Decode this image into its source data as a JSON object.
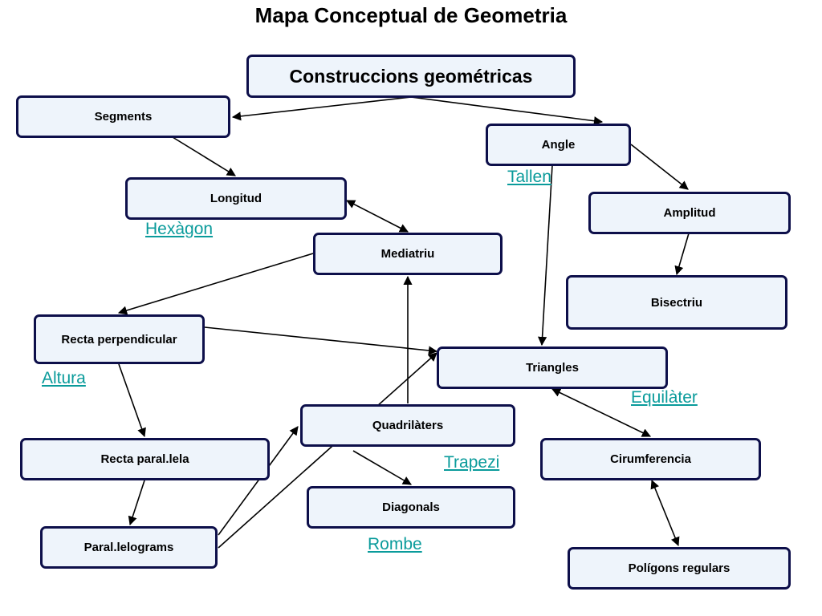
{
  "title": "Mapa Conceptual de Geometria",
  "colors": {
    "node_border": "#0d0f4a",
    "node_fill": "#eef4fb",
    "link": "#0a9b9b",
    "edge": "#000000"
  },
  "nodes": {
    "root": "Construccions geométricas",
    "segments": "Segments",
    "angle": "Angle",
    "longitud": "Longitud",
    "amplitud": "Amplitud",
    "mediatriu": "Mediatriu",
    "bisectriu": "Bisectriu",
    "recta_perpendicular": "Recta perpendicular",
    "triangles": "Triangles",
    "quadrilaters": "Quadrilàters",
    "recta_paralela": "Recta paral.lela",
    "cirumferencia": "Cirumferencia",
    "diagonals": "Diagonals",
    "paralelograms": "Paral.lelograms",
    "poligons_regulars": "Polígons regulars"
  },
  "links": {
    "tallen": "Tallen",
    "hexagon": "Hexàgon",
    "altura": "Altura",
    "equilater": "Equilàter",
    "trapezi": "Trapezi",
    "rombe": "Rombe"
  }
}
